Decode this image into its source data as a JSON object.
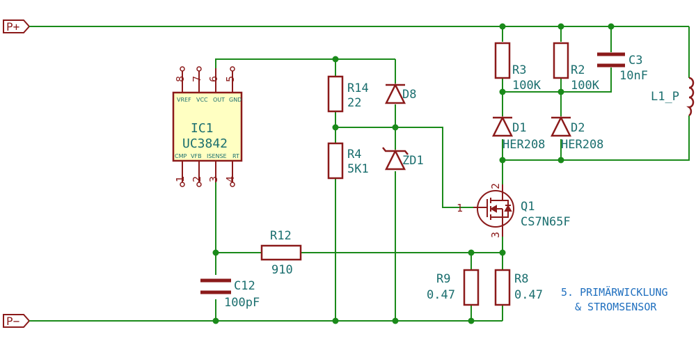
{
  "ports": {
    "p_plus": "P+",
    "p_minus": "P−"
  },
  "ic": {
    "ref": "IC1",
    "value": "UC3842",
    "top_pins": [
      {
        "num": "8",
        "name": "VREF"
      },
      {
        "num": "7",
        "name": "VCC"
      },
      {
        "num": "6",
        "name": "OUT"
      },
      {
        "num": "5",
        "name": "GND"
      }
    ],
    "bottom_pins": [
      {
        "num": "1",
        "name": "CMP"
      },
      {
        "num": "2",
        "name": "VFB"
      },
      {
        "num": "3",
        "name": "ISENSE"
      },
      {
        "num": "4",
        "name": "RT"
      }
    ]
  },
  "components": {
    "r14": {
      "ref": "R14",
      "value": "22"
    },
    "r4": {
      "ref": "R4",
      "value": "5K1"
    },
    "d8": {
      "ref": "D8"
    },
    "zd1": {
      "ref": "ZD1"
    },
    "r3": {
      "ref": "R3",
      "value": "100K"
    },
    "r2": {
      "ref": "R2",
      "value": "100K"
    },
    "c3": {
      "ref": "C3",
      "value": "10nF"
    },
    "d1": {
      "ref": "D1",
      "value": "HER208"
    },
    "d2": {
      "ref": "D2",
      "value": "HER208"
    },
    "l1": {
      "ref": "L1_P"
    },
    "q1": {
      "ref": "Q1",
      "value": "CS7N65F",
      "pin_gate": "1",
      "pin_drain": "2",
      "pin_source": "3"
    },
    "r12": {
      "ref": "R12",
      "value": "910"
    },
    "c12": {
      "ref": "C12",
      "value": "100pF"
    },
    "r9": {
      "ref": "R9",
      "value": "0.47"
    },
    "r8": {
      "ref": "R8",
      "value": "0.47"
    }
  },
  "note": {
    "line1": "5. PRIMÄRWICKLUNG",
    "line2": "& STROMSENSOR"
  },
  "colors": {
    "wire": "#1a8a1a",
    "component": "#8b1a1a",
    "label": "#1a6e6e",
    "ic_fill": "#ffffc2",
    "note": "#1f6fbf"
  }
}
